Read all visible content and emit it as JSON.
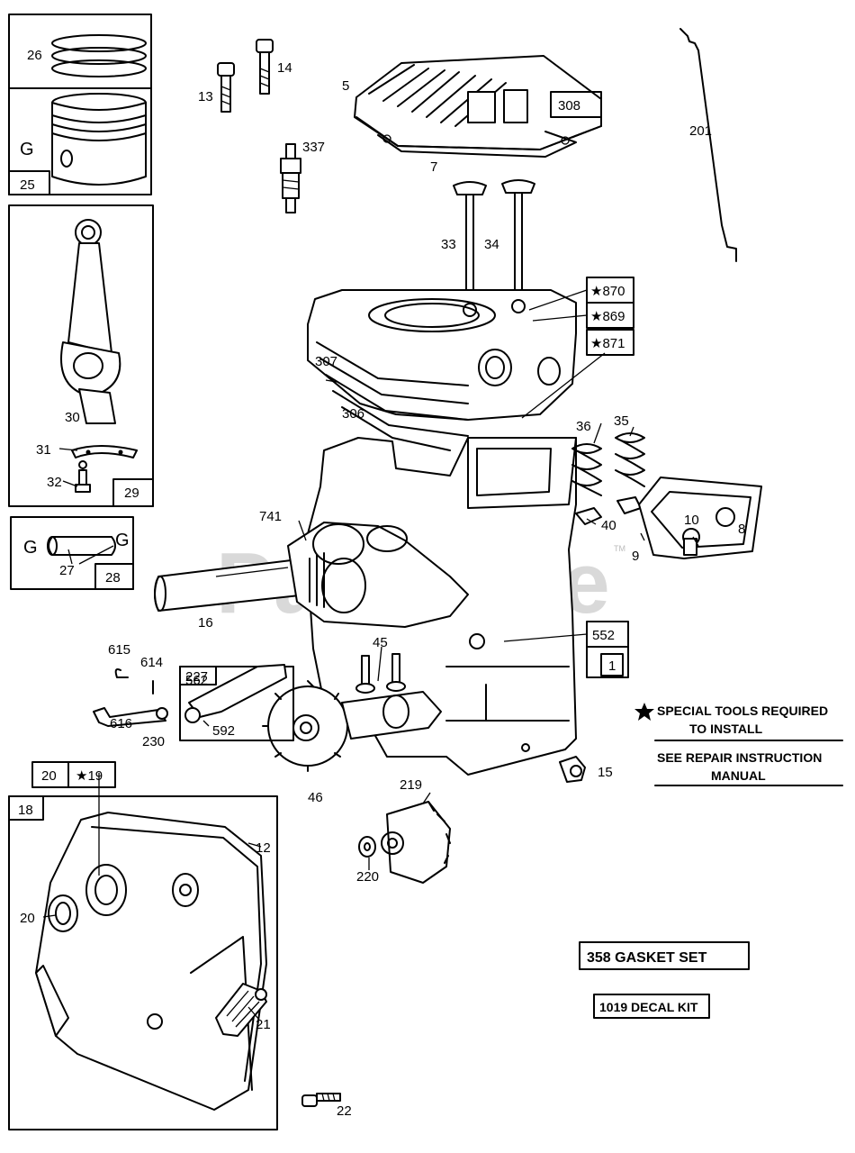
{
  "watermark": "PartsTree",
  "trademark": "TM",
  "callouts": {
    "c5": "5",
    "c7": "7",
    "c8": "8",
    "c9": "9",
    "c10": "10",
    "c12": "12",
    "c13": "13",
    "c14": "14",
    "c15": "15",
    "c16": "16",
    "c20b": "20",
    "c21": "21",
    "c22": "22",
    "c26": "26",
    "c27": "27",
    "c30": "30",
    "c31": "31",
    "c32": "32",
    "c33": "33",
    "c34": "34",
    "c35": "35",
    "c36": "36",
    "c40": "40",
    "c45": "45",
    "c46": "46",
    "c201": "201",
    "c219": "219",
    "c220": "220",
    "c230": "230",
    "c306": "306",
    "c307": "307",
    "c337": "337",
    "c562": "562",
    "c592": "592",
    "c614": "614",
    "c615": "615",
    "c616": "616",
    "c741": "741"
  },
  "boxed_labels": {
    "b25": "25",
    "b28": "28",
    "b29": "29",
    "b308": "308",
    "b870": "★870",
    "b869": "★869",
    "b871": "★871",
    "b552": "552",
    "b1": "1",
    "b227": "227",
    "b20": "20",
    "b19": "★19",
    "b18": "18",
    "gasket_set": "358 GASKET SET",
    "decal_kit": "1019 DECAL KIT"
  },
  "g_marks": {
    "g25": "G",
    "g27a": "G",
    "g27b": "G"
  },
  "notes": {
    "special_tools_line1": "SPECIAL TOOLS REQUIRED",
    "special_tools_line2": "TO INSTALL",
    "repair_line1": "SEE REPAIR INSTRUCTION",
    "repair_line2": "MANUAL"
  },
  "icons": {
    "star": "star-icon"
  }
}
